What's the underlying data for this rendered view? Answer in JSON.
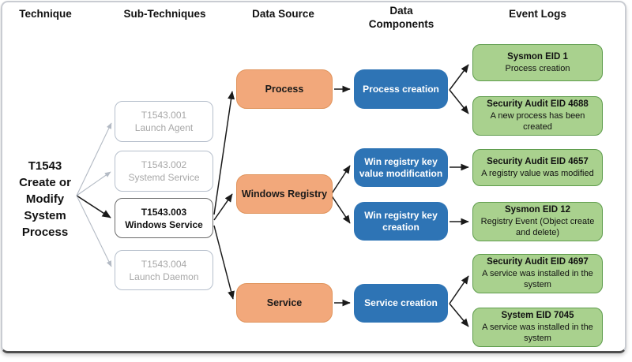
{
  "headers": {
    "technique": "Technique",
    "sub_techniques": "Sub-Techniques",
    "data_source": "Data Source",
    "data_components": "Data Components",
    "event_logs": "Event Logs"
  },
  "technique": {
    "lines": [
      "T1543",
      "Create or",
      "Modify",
      "System",
      "Process"
    ]
  },
  "sub_techniques": [
    {
      "id": "T1543.001",
      "name": "Launch Agent",
      "active": false
    },
    {
      "id": "T1543.002",
      "name": "Systemd Service",
      "active": false
    },
    {
      "id": "T1543.003",
      "name": "Windows Service",
      "active": true
    },
    {
      "id": "T1543.004",
      "name": "Launch Daemon",
      "active": false
    }
  ],
  "data_sources": [
    {
      "label": "Process"
    },
    {
      "label": "Windows Registry"
    },
    {
      "label": "Service"
    }
  ],
  "data_components": [
    {
      "label": "Process creation"
    },
    {
      "label": "Win registry key value modification"
    },
    {
      "label": "Win registry key creation"
    },
    {
      "label": "Service creation"
    }
  ],
  "event_logs": [
    {
      "title": "Sysmon EID 1",
      "description": "Process creation"
    },
    {
      "title": "Security Audit EID 4688",
      "description": "A new process has been created"
    },
    {
      "title": "Security Audit EID 4657",
      "description": "A registry value was modified"
    },
    {
      "title": "Sysmon EID 12",
      "description": "Registry Event (Object create and delete)"
    },
    {
      "title": "Security Audit EID 4697",
      "description": "A service was installed in the system"
    },
    {
      "title": "System EID 7045",
      "description": "A service was installed in the system"
    }
  ],
  "colors": {
    "data_source_fill": "#f2a87b",
    "data_source_border": "#e0945c",
    "data_component_fill": "#2e74b5",
    "event_log_fill": "#a9d18e",
    "event_log_border": "#5e9c4c",
    "inactive_text": "#a8a8a8",
    "arrow_black": "#1a1a1a",
    "arrow_gray": "#b3bac4",
    "frame_border": "#c9ccd2",
    "frame_bottom": "#4e4e4e"
  }
}
